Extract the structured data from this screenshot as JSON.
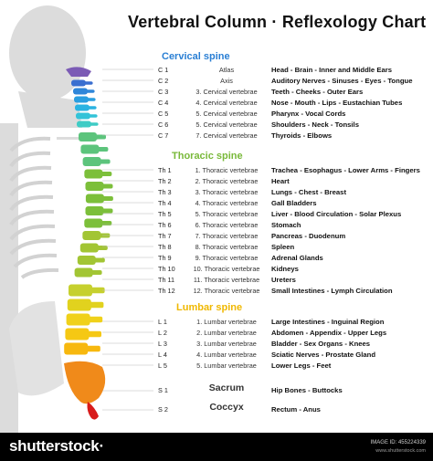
{
  "title": "Vertebral Column · Reflexology Chart",
  "sections": {
    "cervical": "Cervical spine",
    "thoracic": "Thoracic spine",
    "lumbar": "Lumbar spine"
  },
  "cervical_rows": [
    {
      "code": "C 1",
      "name": "Atlas",
      "organs": "Head - Brain - Inner and Middle Ears"
    },
    {
      "code": "C 2",
      "name": "Axis",
      "organs": "Auditory Nerves - Sinuses - Eyes - Tongue"
    },
    {
      "code": "C 3",
      "name": "3. Cervical vertebrae",
      "organs": "Teeth - Cheeks - Outer Ears"
    },
    {
      "code": "C 4",
      "name": "4. Cervical vertebrae",
      "organs": "Nose - Mouth - Lips - Eustachian Tubes"
    },
    {
      "code": "C 5",
      "name": "5. Cervical vertebrae",
      "organs": "Pharynx - Vocal Cords"
    },
    {
      "code": "C 6",
      "name": "5. Cervical vertebrae",
      "organs": "Shoulders - Neck - Tonsils"
    },
    {
      "code": "C 7",
      "name": "7. Cervical vertebrae",
      "organs": "Thyroids - Elbows"
    }
  ],
  "thoracic_rows": [
    {
      "code": "Th 1",
      "name": "1. Thoracic vertebrae",
      "organs": "Trachea - Esophagus - Lower Arms - Fingers"
    },
    {
      "code": "Th 2",
      "name": "2. Thoracic vertebrae",
      "organs": "Heart"
    },
    {
      "code": "Th 3",
      "name": "3. Thoracic vertebrae",
      "organs": "Lungs - Chest - Breast"
    },
    {
      "code": "Th 4",
      "name": "4. Thoracic vertebrae",
      "organs": "Gall Bladders"
    },
    {
      "code": "Th 5",
      "name": "5. Thoracic vertebrae",
      "organs": "Liver - Blood Circulation - Solar Plexus"
    },
    {
      "code": "Th 6",
      "name": "6. Thoracic vertebrae",
      "organs": "Stomach"
    },
    {
      "code": "Th 7",
      "name": "7. Thoracic vertebrae",
      "organs": "Pancreas - Duodenum"
    },
    {
      "code": "Th 8",
      "name": "8. Thoracic vertebrae",
      "organs": "Spleen"
    },
    {
      "code": "Th 9",
      "name": "9. Thoracic vertebrae",
      "organs": "Adrenal Glands"
    },
    {
      "code": "Th 10",
      "name": "10. Thoracic vertebrae",
      "organs": "Kidneys"
    },
    {
      "code": "Th 11",
      "name": "11. Thoracic vertebrae",
      "organs": "Ureters"
    },
    {
      "code": "Th 12",
      "name": "12. Thoracic vertebrae",
      "organs": "Small Intestines - Lymph Circulation"
    }
  ],
  "lumbar_rows": [
    {
      "code": "L 1",
      "name": "1. Lumbar vertebrae",
      "organs": "Large Intestines - Inguinal Region"
    },
    {
      "code": "L 2",
      "name": "2. Lumbar vertebrae",
      "organs": "Abdomen - Appendix - Upper Legs"
    },
    {
      "code": "L 3",
      "name": "3. Lumbar vertebrae",
      "organs": "Bladder - Sex Organs - Knees"
    },
    {
      "code": "L 4",
      "name": "4. Lumbar vertebrae",
      "organs": "Sciatic Nerves - Prostate Gland"
    },
    {
      "code": "L 5",
      "name": "5. Lumbar vertebrae",
      "organs": "Lower Legs - Feet"
    }
  ],
  "sacrum": {
    "code": "S 1",
    "name": "Sacrum",
    "organs": "Hip Bones - Buttocks"
  },
  "coccyx": {
    "code": "S 2",
    "name": "Coccyx",
    "organs": "Rectum - Anus"
  },
  "footer": {
    "brand": "shutterstock",
    "brand_suffix": "·",
    "image_id": "IMAGE ID: 455224339",
    "site": "www.shutterstock.com"
  },
  "colors": {
    "cervical": "#2a7fd4",
    "thoracic": "#79b93a",
    "lumbar": "#f0b800",
    "sacrum": "#f08a1a",
    "coccyx": "#d81b1b"
  }
}
